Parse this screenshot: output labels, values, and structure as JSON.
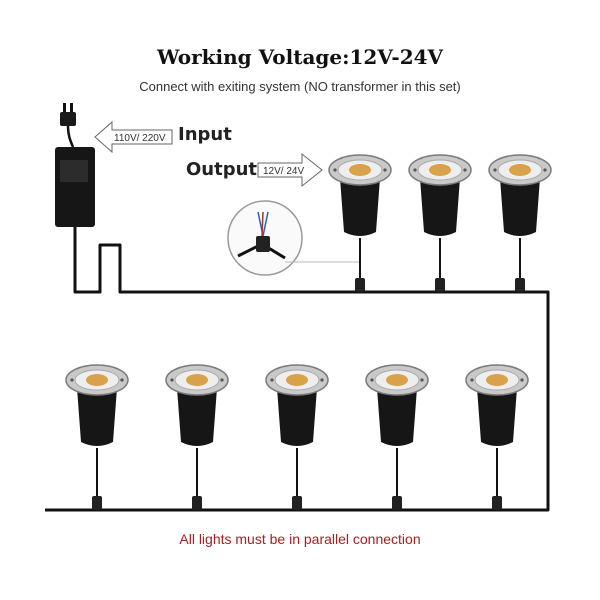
{
  "title": "Working Voltage:12V-24V",
  "subtitle": "Connect with exiting system (NO transformer in this set)",
  "input": {
    "label": "Input",
    "voltage": "110V/ 220V"
  },
  "output": {
    "label": "Output",
    "voltage": "12V/ 24V"
  },
  "footer": "All lights must be in parallel connection",
  "colors": {
    "cable": "#111111",
    "lamp_body": "#1a1a1a",
    "led": "#d9a24a",
    "footer_text": "#a32020"
  },
  "icons": [
    "power-plug-icon",
    "power-adapter-icon",
    "connector-detail-icon",
    "lamp-icon"
  ],
  "lamps": {
    "top_row_count": 3,
    "bottom_row_count": 5
  }
}
